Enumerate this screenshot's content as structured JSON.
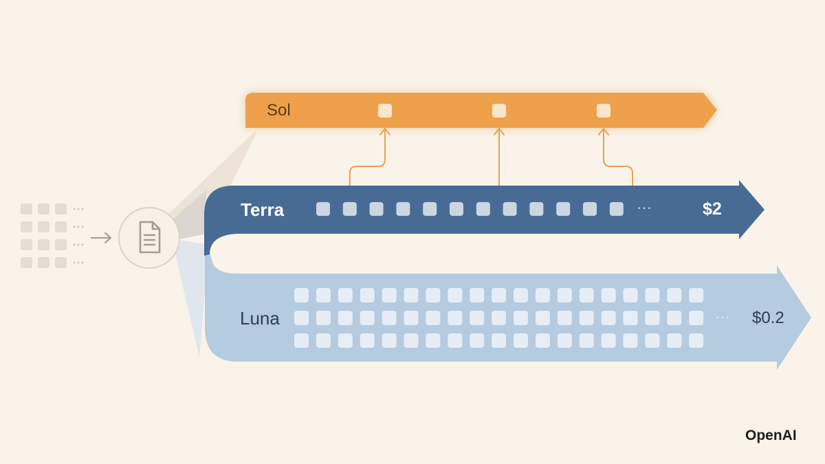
{
  "lanes": {
    "sol": {
      "label": "Sol",
      "token_count": 3,
      "color": "#eea14a"
    },
    "terra": {
      "label": "Terra",
      "price": "$2",
      "token_count": 12,
      "color": "#486b93"
    },
    "luna": {
      "label": "Luna",
      "price": "$0.2",
      "token_rows": 3,
      "token_cols": 19,
      "color": "#b4cbe0"
    }
  },
  "input": {
    "icon": "document-icon",
    "grid_rows": 4,
    "grid_cols": 3
  },
  "ellipsis": "···",
  "brand": "OpenAI"
}
